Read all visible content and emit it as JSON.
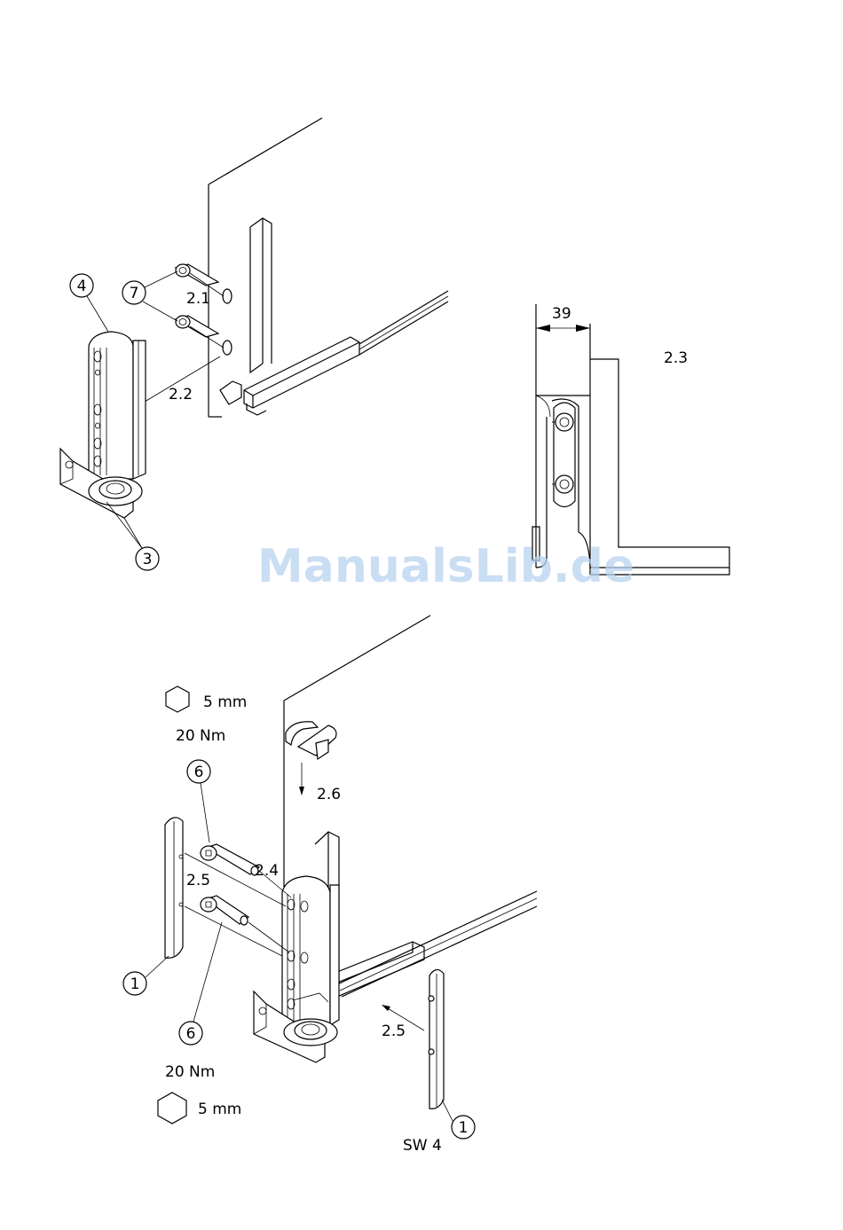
{
  "watermark": "ManualsLib.de",
  "steps": {
    "s2_1": "2.1",
    "s2_2": "2.2",
    "s2_3": "2.3",
    "s2_4": "2.4",
    "s2_5a": "2.5",
    "s2_5b": "2.5",
    "s2_6": "2.6"
  },
  "callouts": {
    "c4": "4",
    "c7": "7",
    "c3": "3",
    "c6_top": "6",
    "c6_bottom": "6",
    "c1_left": "1",
    "c1_right": "1"
  },
  "dimension": {
    "width_value": "39"
  },
  "tools": {
    "hex_top_size": "5 mm",
    "torque_top": "20 Nm",
    "torque_bottom": "20 Nm",
    "hex_bottom_size": "5 mm",
    "wrench_size": "SW 4"
  }
}
